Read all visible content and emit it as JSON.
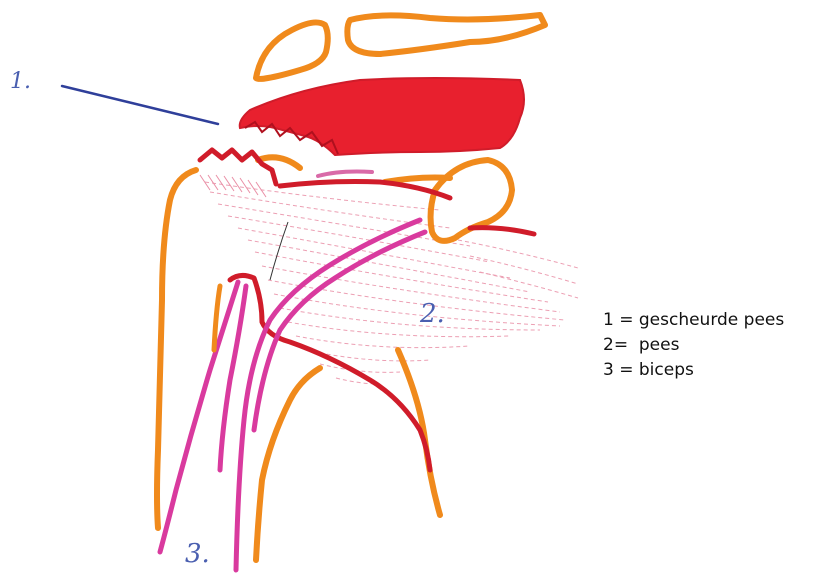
{
  "colors": {
    "bone_outline": "#f08a1c",
    "muscle_red": "#e8202e",
    "tendon_red": "#d01c2a",
    "biceps_magenta": "#d93a9e",
    "hatching_pink": "#e98fa6",
    "label_blue": "#4a5fb0",
    "pointer_blue": "#2f3f9a"
  },
  "diagram": {
    "callouts": {
      "label_1": "1.",
      "label_2": "2.",
      "label_3": "3."
    }
  },
  "legend": {
    "items": [
      "1 = gescheurde pees",
      "2=  pees",
      "3 = biceps"
    ]
  }
}
